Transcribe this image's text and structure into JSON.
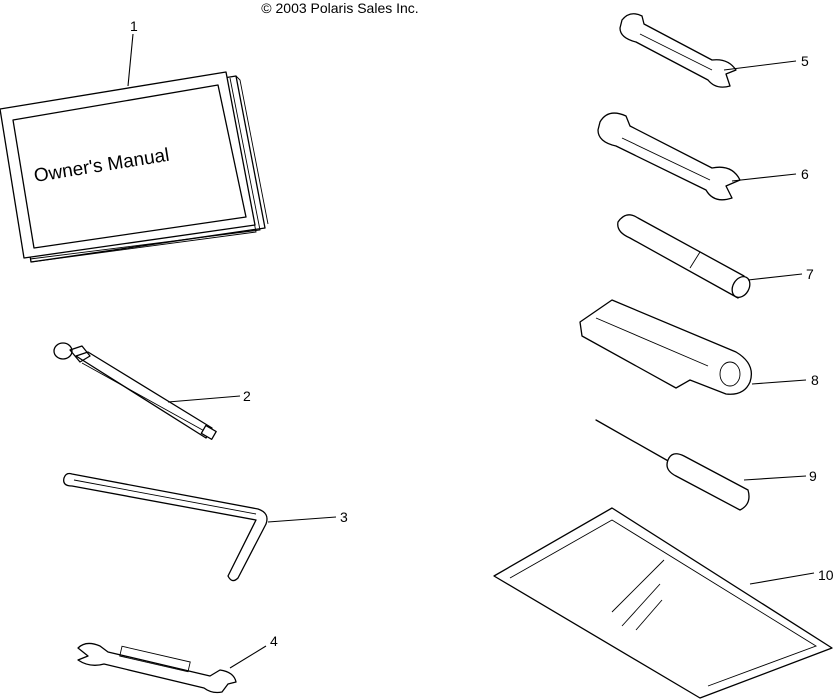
{
  "copyright": "© 2003 Polaris Sales Inc.",
  "manual_cover_text": "Owner's Manual",
  "callouts": [
    "1",
    "2",
    "3",
    "4",
    "5",
    "6",
    "7",
    "8",
    "9",
    "10"
  ]
}
